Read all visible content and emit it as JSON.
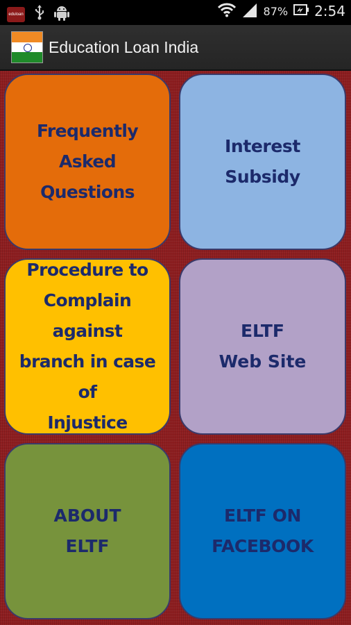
{
  "status_bar": {
    "notification_app_label": "eduloan",
    "battery_percent": "87%",
    "time": "2:54",
    "icons": [
      "notification-app-icon",
      "usb-icon",
      "android-icon",
      "wifi-icon",
      "signal-icon",
      "battery-icon"
    ]
  },
  "action_bar": {
    "title": "Education Loan India",
    "icon": "app-logo-icon"
  },
  "tiles": {
    "faq": {
      "label": "Frequently Asked\nQuestions",
      "color": "#e46c0a"
    },
    "subsidy": {
      "label": "Interest Subsidy",
      "color": "#8db4e2"
    },
    "procedure": {
      "label": "Procedure to\nComplain against\nbranch in case of\nInjustice",
      "color": "#ffc000"
    },
    "website": {
      "label": "ELTF\nWeb Site",
      "color": "#b2a1c7"
    },
    "about": {
      "label": "ABOUT\nELTF",
      "color": "#77933c"
    },
    "facebook": {
      "label": "ELTF ON\nFACEBOOK",
      "color": "#0070c0"
    }
  },
  "colors": {
    "background": "#8e1e20",
    "tile_text": "#1c2a6b",
    "action_bar": "#2b2b2b"
  }
}
